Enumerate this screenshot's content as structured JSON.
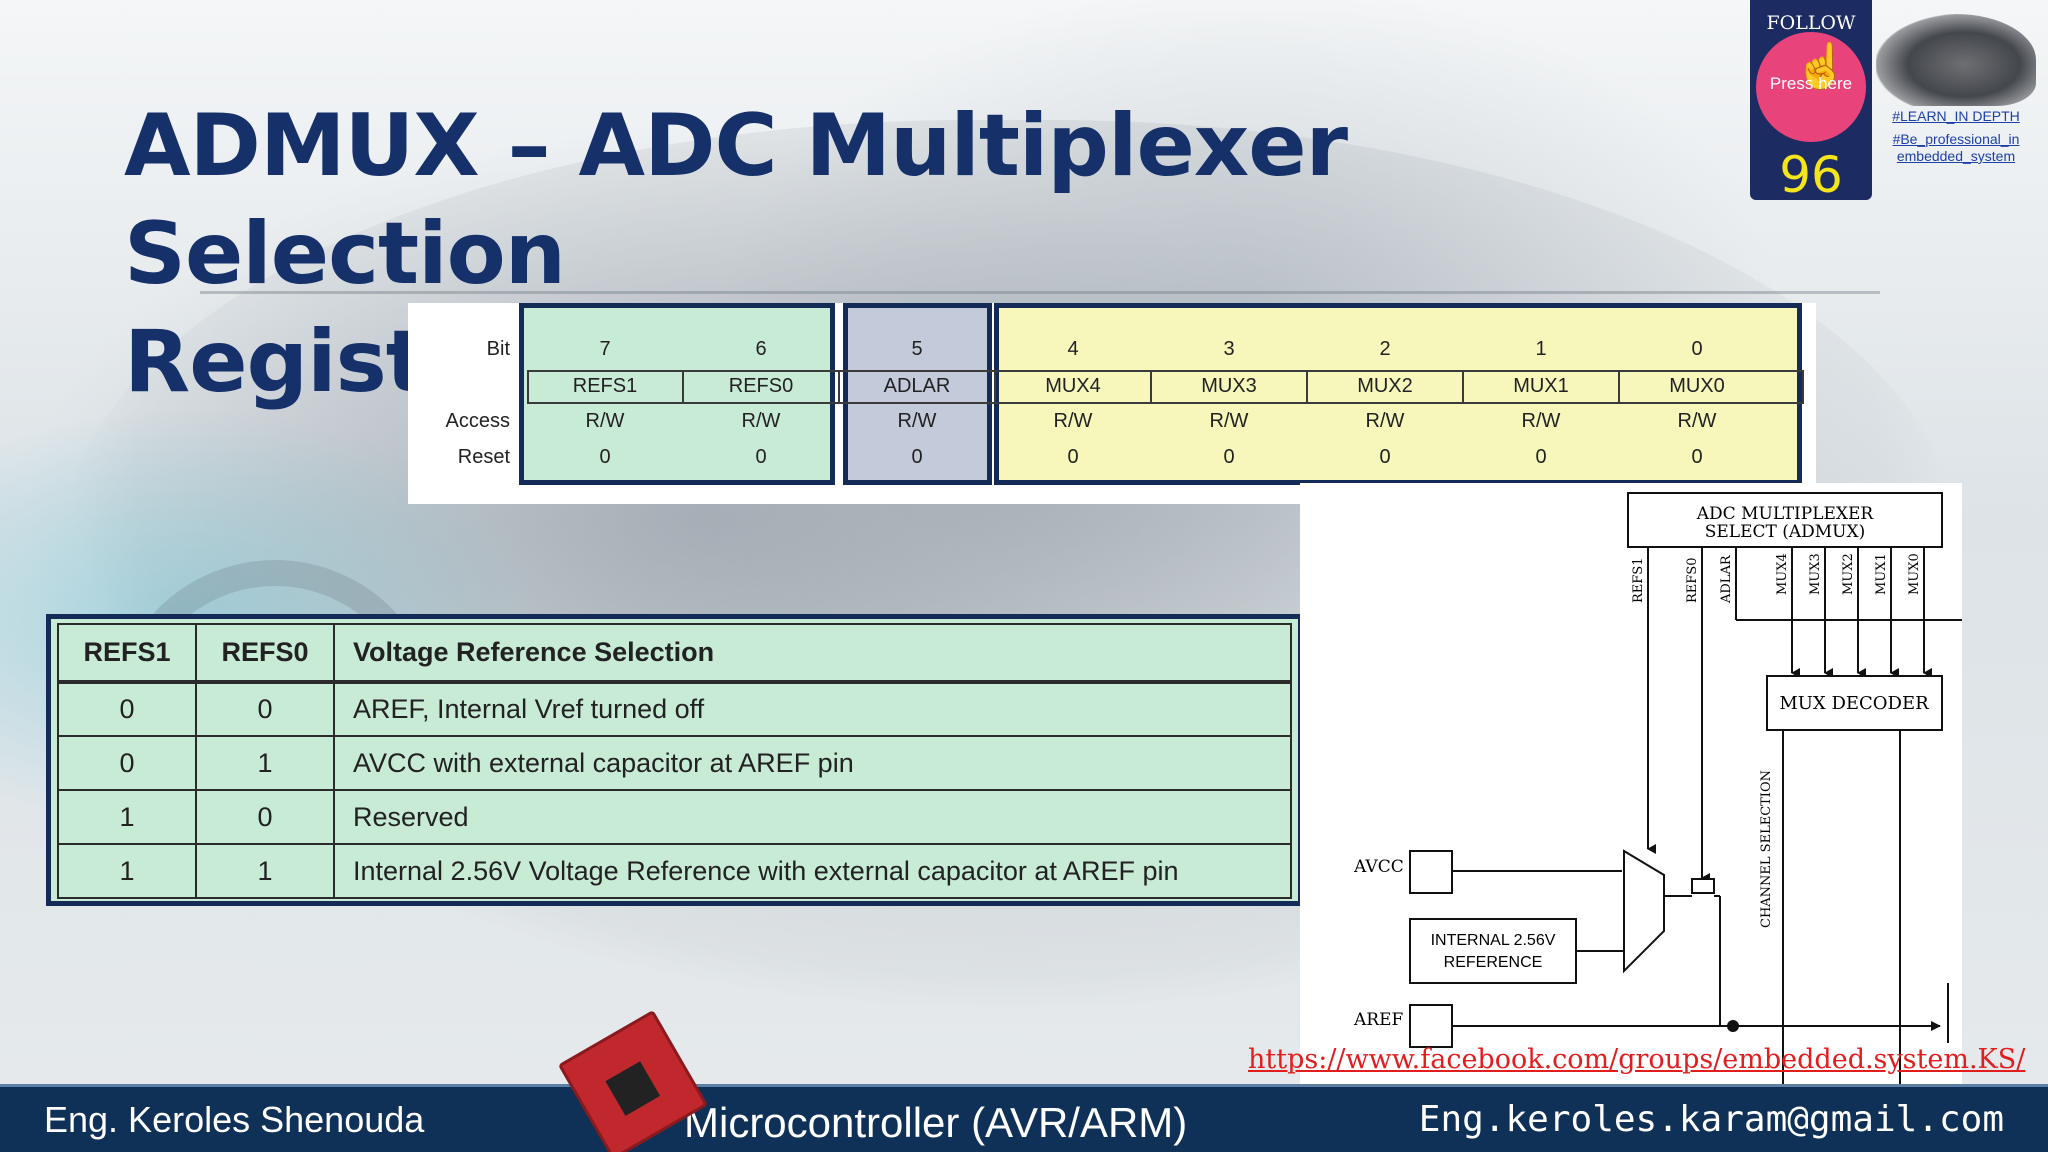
{
  "title": {
    "line1": "ADMUX – ADC Multiplexer Selection",
    "line2": "Register"
  },
  "follow": {
    "label": "FOLLOW US",
    "press": "Press here",
    "count": "96"
  },
  "tags": {
    "tag1": "#LEARN_IN DEPTH",
    "tag2": "#Be_professional_in embedded_system"
  },
  "register": {
    "row_labels": {
      "bit": "Bit",
      "access": "Access",
      "reset": "Reset"
    },
    "bits": [
      {
        "num": "7",
        "name": "REFS1",
        "access": "R/W",
        "reset": "0"
      },
      {
        "num": "6",
        "name": "REFS0",
        "access": "R/W",
        "reset": "0"
      },
      {
        "num": "5",
        "name": "ADLAR",
        "access": "R/W",
        "reset": "0"
      },
      {
        "num": "4",
        "name": "MUX4",
        "access": "R/W",
        "reset": "0"
      },
      {
        "num": "3",
        "name": "MUX3",
        "access": "R/W",
        "reset": "0"
      },
      {
        "num": "2",
        "name": "MUX2",
        "access": "R/W",
        "reset": "0"
      },
      {
        "num": "1",
        "name": "MUX1",
        "access": "R/W",
        "reset": "0"
      },
      {
        "num": "0",
        "name": "MUX0",
        "access": "R/W",
        "reset": "0"
      }
    ],
    "highlight_colors": {
      "refs": "#c8ebd6",
      "adlar": "#c3cad9",
      "mux": "#f7f7bb",
      "border": "#142a57"
    }
  },
  "vref_table": {
    "headers": [
      "REFS1",
      "REFS0",
      "Voltage Reference Selection"
    ],
    "rows": [
      [
        "0",
        "0",
        "AREF, Internal Vref turned off"
      ],
      [
        "0",
        "1",
        "AVCC with external capacitor at AREF pin"
      ],
      [
        "1",
        "0",
        "Reserved"
      ],
      [
        "1",
        "1",
        "Internal 2.56V Voltage Reference with external capacitor at AREF pin"
      ]
    ]
  },
  "diagram": {
    "admux_box": {
      "line1": "ADC MULTIPLEXER",
      "line2": "SELECT (ADMUX)"
    },
    "signals": [
      "REFS1",
      "REFS0",
      "ADLAR",
      "MUX4",
      "MUX3",
      "MUX2",
      "MUX1",
      "MUX0"
    ],
    "mux_decoder": "MUX DECODER",
    "channel_selection": "CHANNEL SELECTION",
    "avcc": "AVCC",
    "internal_ref": {
      "line1": "INTERNAL 2.56V",
      "line2": "REFERENCE"
    },
    "aref": "AREF"
  },
  "fb_link": "https://www.facebook.com/groups/embedded.system.KS/",
  "footer": {
    "left": "Eng. Keroles Shenouda",
    "center": "Microcontroller (AVR/ARM)",
    "right": "Eng.keroles.karam@gmail.com"
  }
}
